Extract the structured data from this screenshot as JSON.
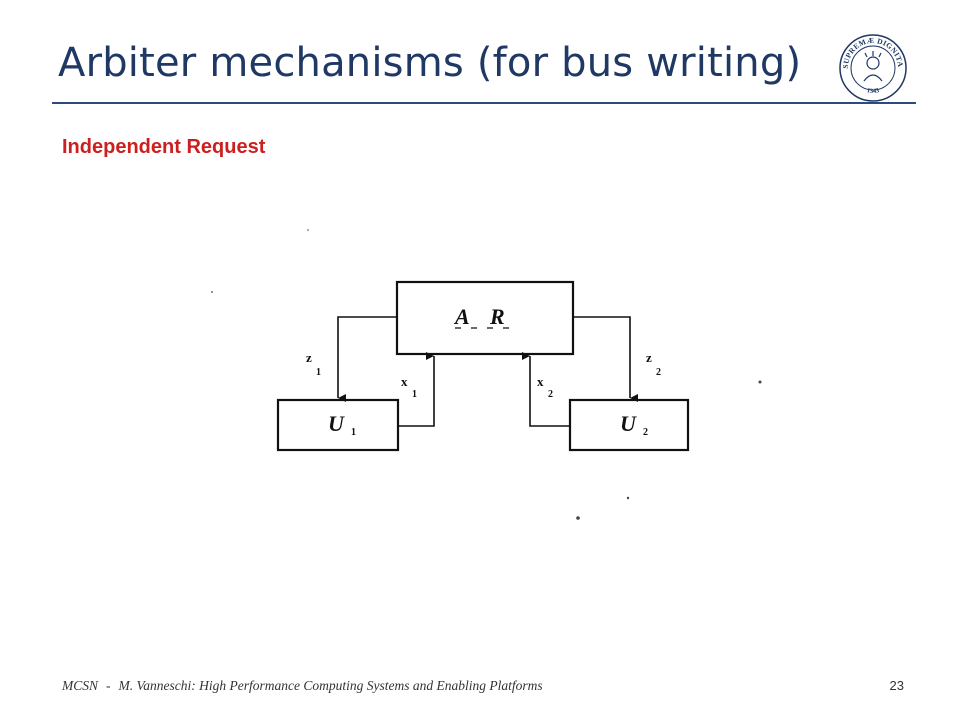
{
  "slide": {
    "title": "Arbiter mechanisms (for bus writing)",
    "section_heading": "Independent Request"
  },
  "logo": {
    "icon": "university-seal-icon",
    "text": "IN SUPREMÆ DIGNITATIS",
    "year": "1343",
    "color": "#1f3864"
  },
  "diagram": {
    "arbiter": {
      "label_main": "A",
      "label_second": "R"
    },
    "units": [
      {
        "label_main": "U",
        "label_sub": "1"
      },
      {
        "label_main": "U",
        "label_sub": "2"
      }
    ],
    "signals": [
      {
        "label_main": "z",
        "label_sub": "1"
      },
      {
        "label_main": "x",
        "label_sub": "1"
      },
      {
        "label_main": "x",
        "label_sub": "2"
      },
      {
        "label_main": "z",
        "label_sub": "2"
      }
    ]
  },
  "footer": {
    "course": "MCSN",
    "separator": "-",
    "author_text": "M. Vanneschi: High Performance Computing Systems and Enabling Platforms",
    "page_number": "23"
  },
  "colors": {
    "title": "#1f3864",
    "heading": "#cc1f1f",
    "rule": "#2e4a7a"
  }
}
